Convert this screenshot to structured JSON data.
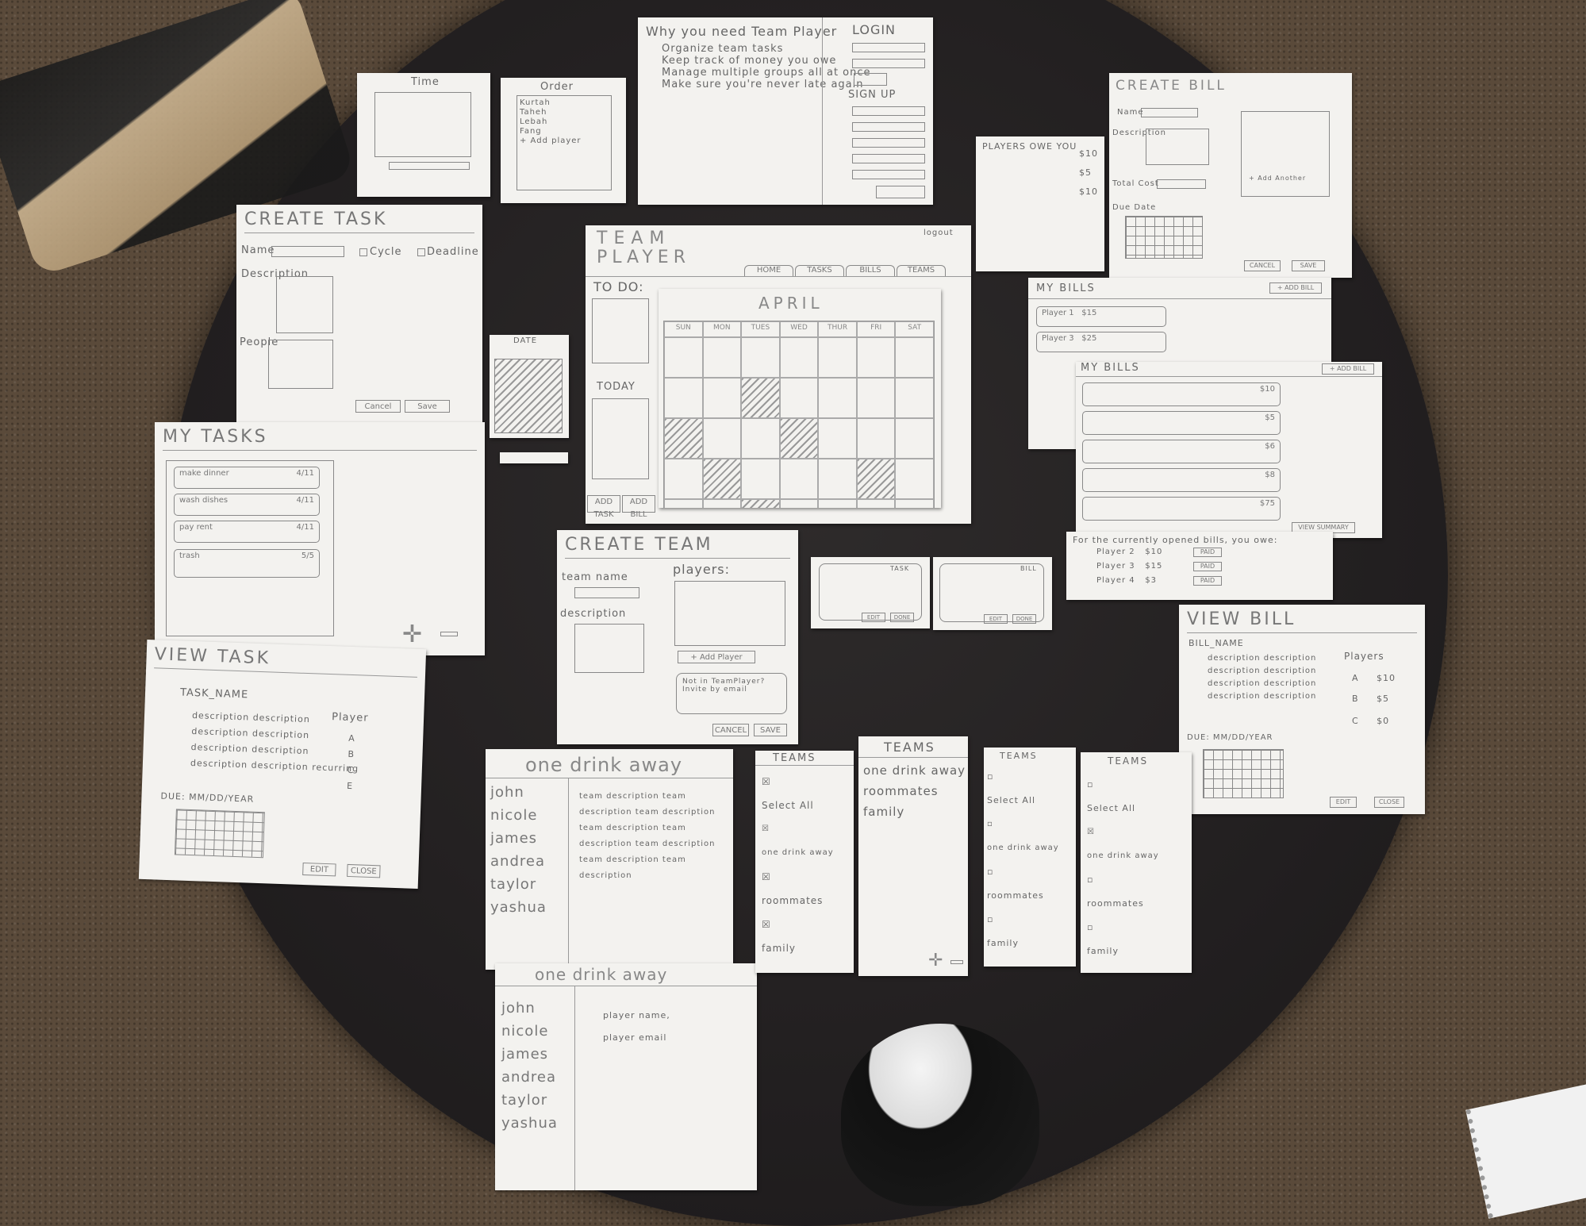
{
  "login": {
    "why_title": "Why you need Team Player",
    "why_points": [
      "Organize team tasks",
      "Keep track of money you owe",
      "Manage multiple groups all at once",
      "Make sure you're never late again"
    ],
    "login_title": "LOGIN",
    "signup_title": "SIGN UP"
  },
  "time_card": {
    "title": "Time"
  },
  "order_card": {
    "title": "Order",
    "items": [
      "Kurtah",
      "Taheh",
      "Lebah",
      "Fang"
    ],
    "add": "+ Add player"
  },
  "create_task": {
    "title": "CREATE TASK",
    "name_label": "Name",
    "cycle_label": "Cycle",
    "deadline_label": "Deadline",
    "description_label": "Description",
    "people_label": "People",
    "cancel": "Cancel",
    "save": "Save"
  },
  "date_card": {
    "title": "DATE"
  },
  "my_tasks": {
    "title": "MY TASKS",
    "tasks": [
      {
        "name": "make dinner",
        "due": "4/11"
      },
      {
        "name": "wash dishes",
        "due": "4/11"
      },
      {
        "name": "pay rent",
        "due": "4/11"
      },
      {
        "name": "trash",
        "due": "5/5"
      }
    ]
  },
  "view_task": {
    "title": "VIEW TASK",
    "task_name": "TASK_NAME",
    "players_label": "Player",
    "descriptions": [
      "description description",
      "description description",
      "description description",
      "description description recurring"
    ],
    "players": [
      "A",
      "B",
      "C",
      "E"
    ],
    "due": "DUE: MM/DD/YEAR",
    "edit": "EDIT",
    "close": "CLOSE"
  },
  "dashboard": {
    "logo_line1": "TEAM",
    "logo_line2": "PLAYER",
    "logout": "logout",
    "tabs": [
      "HOME",
      "TASKS",
      "BILLS",
      "TEAMS"
    ],
    "todo_title": "TO DO:",
    "today_title": "TODAY",
    "month": "APRIL",
    "days": [
      "SUN",
      "MON",
      "TUES",
      "WED",
      "THUR",
      "FRI",
      "SAT"
    ],
    "add_task": "ADD TASK",
    "add_bill": "ADD BILL"
  },
  "create_team": {
    "title": "CREATE TEAM",
    "team_name": "team name",
    "description": "description",
    "players": "players:",
    "add_player": "+ Add Player",
    "invite": "Not in TeamPlayer? Invite by email",
    "cancel": "CANCEL",
    "save": "SAVE"
  },
  "task_popup": {
    "title": "TASK",
    "edit": "EDIT",
    "done": "DONE"
  },
  "bill_popup": {
    "title": "BILL",
    "edit": "EDIT",
    "done": "DONE"
  },
  "players_owe": {
    "title": "PLAYERS OWE YOU",
    "amounts": [
      "$10",
      "$5",
      "$10"
    ]
  },
  "create_bill": {
    "title": "CREATE BILL",
    "name": "Name",
    "description": "Description",
    "total": "Total Cost",
    "due": "Due Date",
    "split": "+ Add Another",
    "cancel": "CANCEL",
    "save": "SAVE"
  },
  "my_bills_a": {
    "title": "MY BILLS",
    "rows": [
      {
        "name": "Player 1",
        "amount": "$15"
      },
      {
        "name": "Player 3",
        "amount": "$25"
      }
    ],
    "add": "+ ADD BILL"
  },
  "my_bills_b": {
    "title": "MY BILLS",
    "add": "+ ADD BILL",
    "amounts": [
      "$10",
      "$5",
      "$6",
      "$8",
      "$75"
    ],
    "view": "VIEW SUMMARY"
  },
  "owe_summary": {
    "text": "For the currently opened bills, you owe:",
    "rows": [
      {
        "name": "Player 2",
        "amount": "$10"
      },
      {
        "name": "Player 3",
        "amount": "$15"
      },
      {
        "name": "Player 4",
        "amount": "$3"
      }
    ],
    "paid": "PAID"
  },
  "view_bill": {
    "title": "VIEW BILL",
    "bill_name": "BILL_NAME",
    "players_label": "Players",
    "descriptions": [
      "description description",
      "description description",
      "description description",
      "description description"
    ],
    "players": [
      {
        "p": "A",
        "amt": "$10"
      },
      {
        "p": "B",
        "amt": "$5"
      },
      {
        "p": "C",
        "amt": "$0"
      }
    ],
    "due": "DUE: MM/DD/YEAR",
    "edit": "EDIT",
    "close": "CLOSE"
  },
  "team_view_1": {
    "title": "one drink away",
    "members": [
      "john",
      "nicole",
      "james",
      "andrea",
      "taylor",
      "yashua"
    ],
    "description": [
      "team description team",
      "description team description",
      "team description team",
      "description team description",
      "team description team",
      "description"
    ]
  },
  "team_view_2": {
    "title": "one drink away",
    "members": [
      "john",
      "nicole",
      "james",
      "andrea",
      "taylor",
      "yashua"
    ],
    "details": [
      "player name,",
      "player email"
    ]
  },
  "teams_1": {
    "title": "TEAMS",
    "items": [
      "Select All",
      "one drink away",
      "roommates",
      "family"
    ]
  },
  "teams_2": {
    "title": "TEAMS",
    "items": [
      "one drink away",
      "roommates",
      "family"
    ]
  },
  "teams_3": {
    "title": "TEAMS",
    "items": [
      "Select All",
      "one drink away",
      "roommates",
      "family"
    ]
  },
  "teams_4": {
    "title": "TEAMS",
    "items": [
      "Select All",
      "one drink away",
      "roommates",
      "family"
    ]
  }
}
